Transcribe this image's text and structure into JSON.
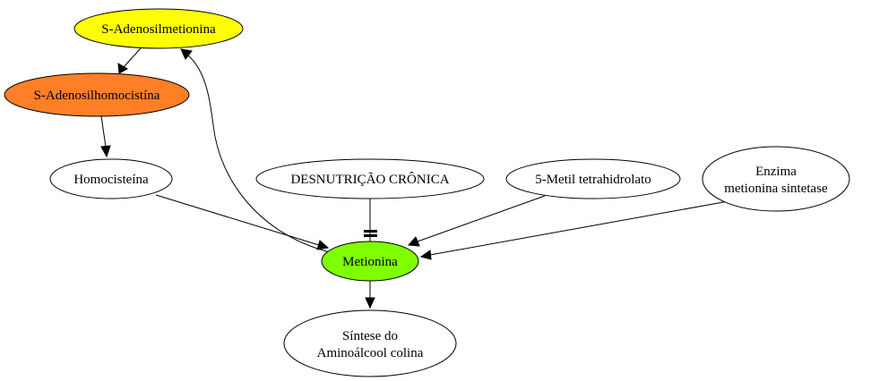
{
  "nodes": {
    "s_adenosilmetionina": {
      "label": "S-Adenosilmetionina",
      "fill": "#ffff00"
    },
    "s_adenosilhomocistina": {
      "label": "S-Adenosilhomocistína",
      "fill": "#ff7f27"
    },
    "homocisteina": {
      "label": "Homocisteína",
      "fill": "#ffffff"
    },
    "desnutricao": {
      "label": "DESNUTRIÇÃO CRÔNICA",
      "fill": "#ffffff"
    },
    "metil": {
      "label": "5-Metil tetrahidrolato",
      "fill": "#ffffff"
    },
    "enzima": {
      "lines": [
        "Enzima",
        "metionina sintetase"
      ],
      "fill": "#ffffff"
    },
    "metionina": {
      "label": "Metionina",
      "fill": "#7fff00"
    },
    "sintese": {
      "lines": [
        "Síntese do",
        "Aminoálcool colina"
      ],
      "fill": "#ffffff"
    }
  },
  "edges": [
    {
      "from": "s_adenosilmetionina",
      "to": "s_adenosilhomocistina",
      "type": "arrow"
    },
    {
      "from": "s_adenosilhomocistina",
      "to": "homocisteina",
      "type": "arrow"
    },
    {
      "from": "homocisteina",
      "to": "metionina",
      "type": "arrow"
    },
    {
      "from": "metionina",
      "to": "s_adenosilmetionina",
      "type": "arrow"
    },
    {
      "from": "desnutricao",
      "to": "metionina",
      "type": "tee"
    },
    {
      "from": "metil",
      "to": "metionina",
      "type": "arrow"
    },
    {
      "from": "enzima",
      "to": "metionina",
      "type": "arrow"
    },
    {
      "from": "metionina",
      "to": "sintese",
      "type": "arrow"
    }
  ]
}
